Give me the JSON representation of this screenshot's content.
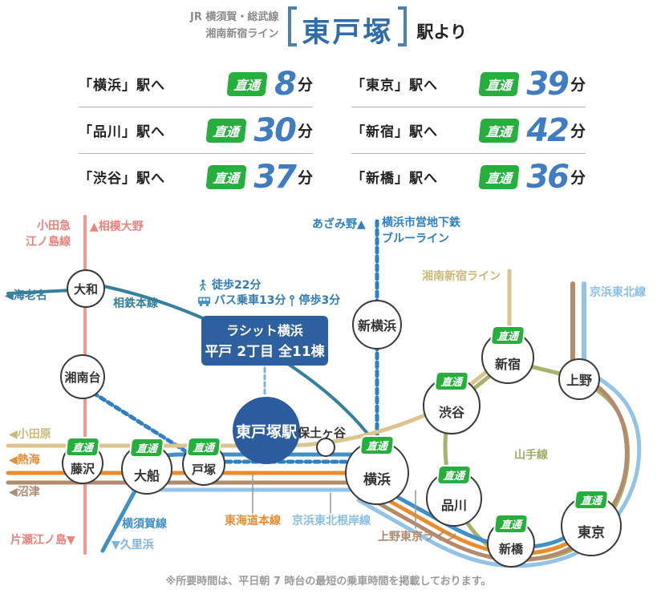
{
  "colors": {
    "accent_blue": "#2e6cac",
    "badge_green": "#26af3d",
    "time_number_blue": "#3f7cc1",
    "dark_blue_fill": "#2b5c9e",
    "odakyu_pink": "#f29a92",
    "sotetsu_teal": "#35809c",
    "blue_line_dotted": "#2f80c2",
    "shonan_shinjuku_tan": "#dbc48e",
    "yokosuka_blue": "#3f8fc8",
    "tokaido_orange": "#ea8c2e",
    "ueno_tokyo_brown": "#b38b6b",
    "keihin_tohoku_lightblue": "#93c4e8",
    "yamanote_olive": "#a7b26d"
  },
  "header": {
    "line_name_small": "JR 横須賀・総武線\n湘南新宿ライン",
    "station_name": "東戸塚",
    "suffix": "駅より"
  },
  "times": {
    "badge": "直通",
    "unit": "分",
    "items": [
      {
        "destination": "「横浜」駅へ",
        "minutes": "8"
      },
      {
        "destination": "「東京」駅へ",
        "minutes": "39"
      },
      {
        "destination": "「品川」駅へ",
        "minutes": "30"
      },
      {
        "destination": "「新宿」駅へ",
        "minutes": "42"
      },
      {
        "destination": "「渋谷」駅へ",
        "minutes": "37"
      },
      {
        "destination": "「新橋」駅へ",
        "minutes": "36"
      }
    ]
  },
  "map": {
    "badge": "直通",
    "home_station": "東戸塚駅",
    "stations": [
      "大和",
      "湘南台",
      "新横浜",
      "藤沢",
      "大船",
      "戸塚",
      "保土ヶ谷",
      "横浜",
      "渋谷",
      "新宿",
      "上野",
      "品川",
      "新橋",
      "東京"
    ],
    "labels": [
      "小田急\n江ノ島線",
      "▲相模大野",
      "◀海老名",
      "相鉄本線",
      "あざみ野▲",
      "横浜市営地下鉄\nブルーライン",
      "湘南新宿ライン",
      "京浜東北線",
      "山手線",
      "◀小田原",
      "◀熱海",
      "◀沼津",
      "片瀬江ノ島▼",
      "横須賀線",
      "▼久里浜",
      "東海道本線",
      "京浜東北根岸線",
      "上野東京ライン"
    ],
    "callout": {
      "walk": "徒歩22分",
      "bus": "バス乗車13分",
      "stop_walk": "停歩3分",
      "name": "ラシット横浜",
      "detail": "平戸 2丁目 全11棟"
    }
  },
  "footer": {
    "note": "※所要時間は、平日朝 7 時台の最短の乗車時間を掲載しております。"
  }
}
